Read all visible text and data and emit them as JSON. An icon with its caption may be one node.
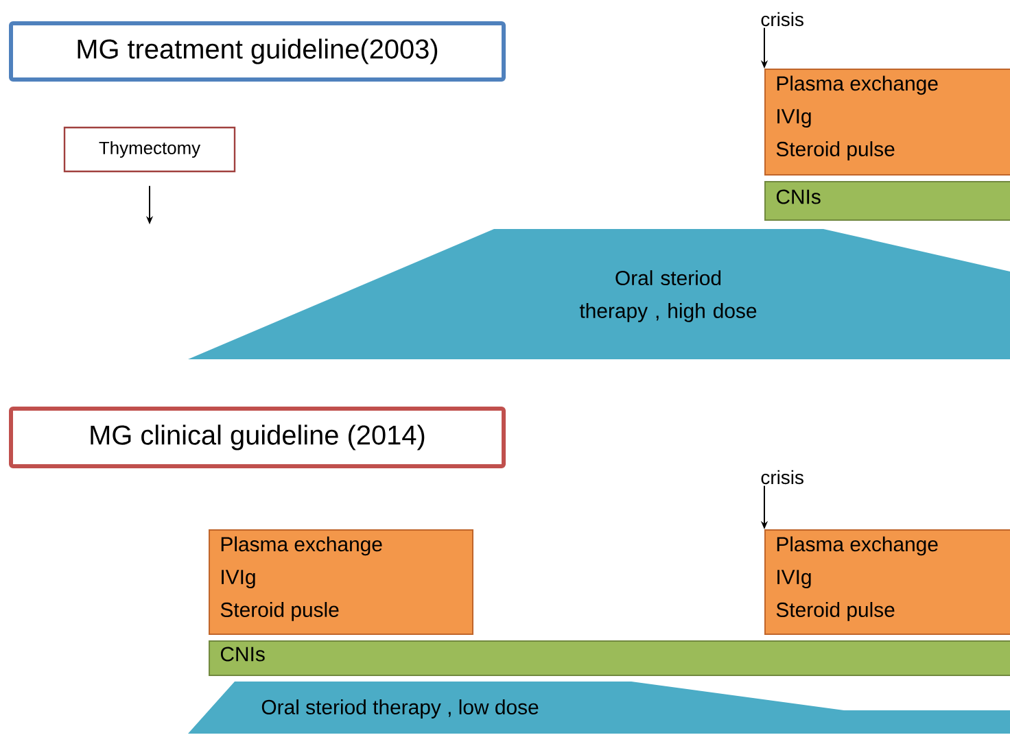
{
  "diagram": {
    "nodes": [
      {
        "text": [
          "MG treatment guideline(2003)"
        ]
      },
      {
        "text": [
          "crisis"
        ]
      },
      {
        "text": [
          "Thymectomy"
        ]
      },
      {
        "text": [
          "Plasma exchange",
          "IVIg",
          "Steroid pulse"
        ]
      },
      {
        "text": [
          "CNIs"
        ]
      },
      {
        "text": [
          "Oral steriod therapy , high dose"
        ]
      },
      {
        "text": [
          "MG clinical guideline (2014)"
        ]
      },
      {
        "text": [
          "crisis"
        ]
      },
      {
        "text": [
          "Plasma exchange",
          "IVIg",
          "Steroid pusle"
        ]
      },
      {
        "text": [
          "Plasma exchange",
          "IVIg",
          "Steroid pulse"
        ]
      },
      {
        "text": [
          "CNIs"
        ]
      },
      {
        "text": [
          "Oral steriod therapy , low dose"
        ]
      }
    ],
    "edges": [
      {
        "from": 1,
        "to": 3,
        "arrow": "to"
      },
      {
        "from": 2,
        "to": null,
        "arrow": "to"
      },
      {
        "from": 7,
        "to": 9,
        "arrow": "to"
      }
    ]
  }
}
